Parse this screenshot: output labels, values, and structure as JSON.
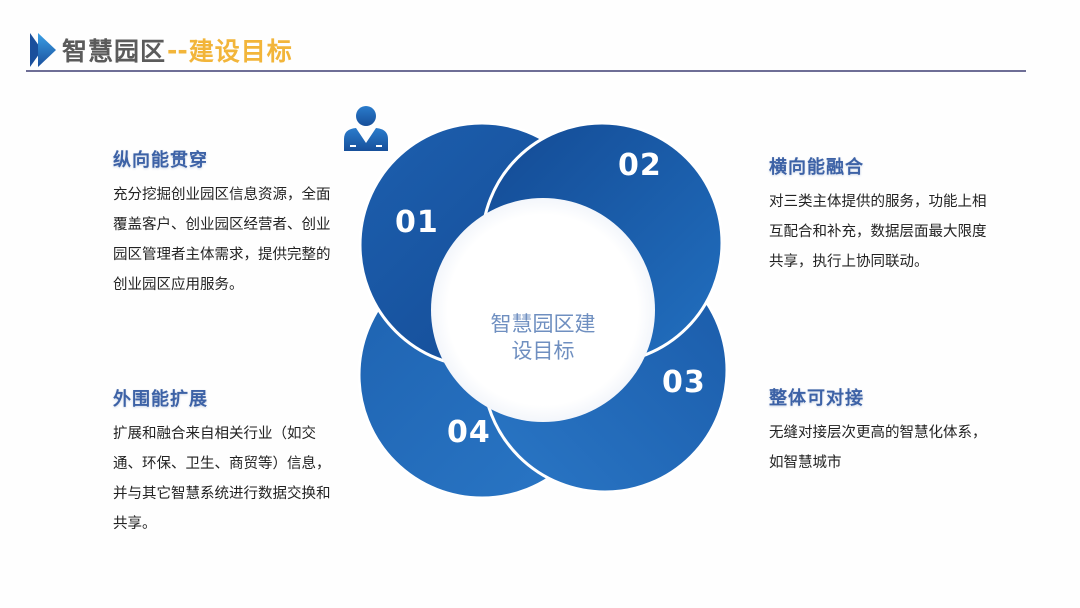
{
  "header": {
    "title_main": "智慧园区",
    "title_separator": "--",
    "title_sub": "建设目标",
    "icon": "double-chevron-right-icon",
    "colors": {
      "main": "#5b5b5b",
      "sub": "#f2b53a",
      "rule": "#6e6e96"
    }
  },
  "diagram": {
    "center_label": "智慧园区建设目标",
    "center_label_line1": "智慧园区建",
    "center_label_line2": "设目标",
    "center_icon": "person-icon",
    "lobes": [
      {
        "number": "01"
      },
      {
        "number": "02"
      },
      {
        "number": "03"
      },
      {
        "number": "04"
      }
    ],
    "colors": {
      "lobe_dark": "#1a4f9c",
      "lobe_light": "#2a77c6",
      "center": "#ffffff"
    }
  },
  "blocks": [
    {
      "id": "01",
      "heading": "纵向能贯穿",
      "body": "充分挖掘创业园区信息资源，全面覆盖客户、创业园区经营者、创业园区管理者主体需求，提供完整的创业园区应用服务。"
    },
    {
      "id": "02",
      "heading": "横向能融合",
      "body": "对三类主体提供的服务，功能上相互配合和补充，数据层面最大限度共享，执行上协同联动。"
    },
    {
      "id": "04",
      "heading": "外围能扩展",
      "body": "扩展和融合来自相关行业（如交通、环保、卫生、商贸等）信息，并与其它智慧系统进行数据交换和共享。"
    },
    {
      "id": "03",
      "heading": "整体可对接",
      "body": "无缝对接层次更高的智慧化体系，如智慧城市"
    }
  ]
}
